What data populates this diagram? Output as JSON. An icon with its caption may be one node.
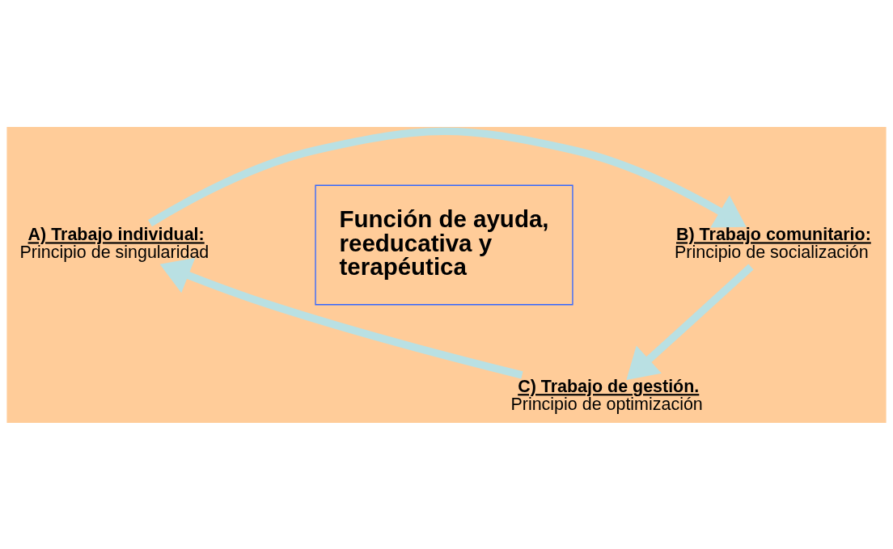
{
  "diagram": {
    "nodes": [
      {
        "text": [
          "Función de ayuda, reeducativa y terapéutica"
        ]
      },
      {
        "text": [
          "A) Trabajo individual:",
          "Principio de singularidad"
        ]
      },
      {
        "text": [
          "B) Trabajo comunitario:",
          "Principio de socialización"
        ]
      },
      {
        "text": [
          "C) Trabajo de gestión.",
          "Principio de optimización"
        ]
      }
    ],
    "edges": [
      {
        "from": 1,
        "to": 2,
        "arrow": "to"
      },
      {
        "from": 2,
        "to": 3,
        "arrow": "to"
      },
      {
        "from": 3,
        "to": 1,
        "arrow": "to"
      }
    ]
  }
}
